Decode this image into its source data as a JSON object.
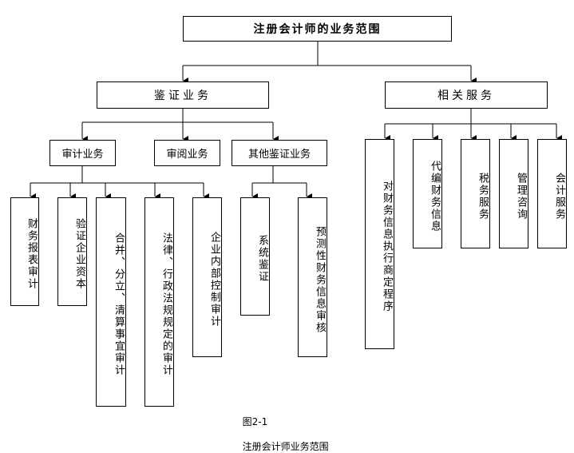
{
  "root": "注册会计师的业务范围",
  "branches": {
    "assurance": "鉴证业务",
    "related": "相关服务"
  },
  "assurance_types": {
    "audit": "审计业务",
    "review": "审阅业务",
    "other": "其他鉴证业务"
  },
  "audit_items": [
    "财务报表审计",
    "验证企业资本",
    "合并、分立、清算事宜审计",
    "法律、行政法规规定的审计",
    "企业内部控制审计"
  ],
  "other_items": [
    "系统鉴证",
    "预测性财务信息审核"
  ],
  "related_items": [
    "对财务信息执行商定程序",
    "代编财务信息",
    "税务服务",
    "管理咨询",
    "会计服务"
  ],
  "caption": {
    "number": "图2-1",
    "title": "注册会计师业务范围"
  }
}
